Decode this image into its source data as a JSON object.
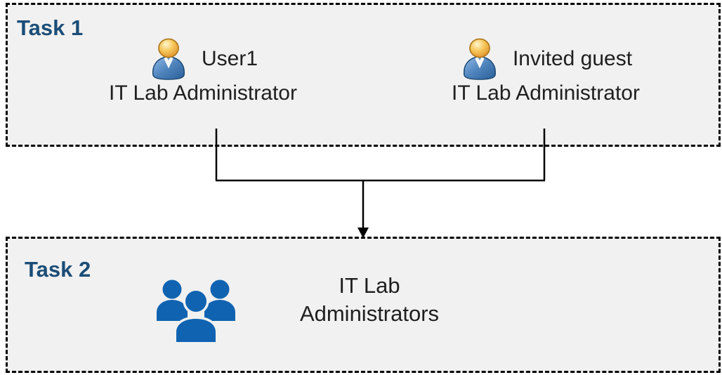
{
  "diagram": {
    "task1": {
      "label": "Task 1",
      "members": [
        {
          "name": "User1",
          "role": "IT Lab Administrator",
          "icon": "person-icon"
        },
        {
          "name": "Invited guest",
          "role": "IT Lab Administrator",
          "icon": "person-icon"
        }
      ]
    },
    "task2": {
      "label": "Task 2",
      "group": {
        "name_line1": "IT Lab",
        "name_line2": "Administrators",
        "icon": "people-group-icon"
      }
    },
    "colors": {
      "box_fill": "#f1f1f1",
      "box_border": "#000000",
      "task_label": "#1b4d77",
      "body_text": "#1f1f1f",
      "connector": "#000000",
      "group_icon_blue": "#1063b1",
      "person_head_gold": "#e8a33d",
      "person_body_blue": "#3a6ea5"
    }
  }
}
